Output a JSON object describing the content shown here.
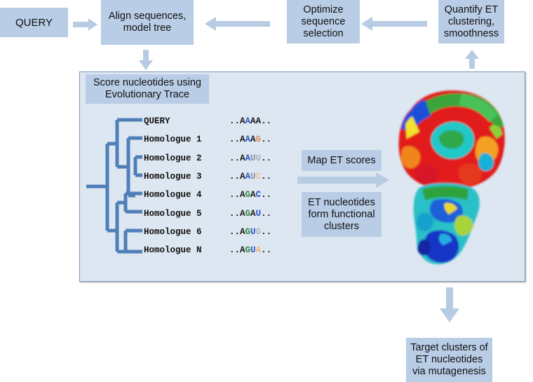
{
  "boxes": {
    "query": "QUERY",
    "align": "Align sequences,\nmodel tree",
    "optimize": "Optimize\nsequence\nselection",
    "quantify": "Quantify ET\nclustering,\nsmoothness",
    "score": "Score nucleotides using\nEvolutionary Trace",
    "map": "Map ET scores",
    "clusters": "ET nucleotides\nform functional\nclusters",
    "target": "Target clusters of\nET nucleotides\nvia mutagenesis"
  },
  "sequences": [
    {
      "name": "QUERY",
      "dots_before": "..",
      "nts": [
        {
          "c": "A",
          "color": "#1a1a1a"
        },
        {
          "c": "A",
          "color": "#2a56c6"
        },
        {
          "c": "A",
          "color": "#1a1a1a"
        },
        {
          "c": "A",
          "color": "#1a1a1a"
        }
      ],
      "dots_after": ".."
    },
    {
      "name": "Homologue 1",
      "dots_before": "..",
      "nts": [
        {
          "c": "A",
          "color": "#1a1a1a"
        },
        {
          "c": "A",
          "color": "#2a56c6"
        },
        {
          "c": "A",
          "color": "#1a1a1a"
        },
        {
          "c": "G",
          "color": "#d98b5b"
        }
      ],
      "dots_after": ".."
    },
    {
      "name": "Homologue 2",
      "dots_before": "..",
      "nts": [
        {
          "c": "A",
          "color": "#1a1a1a"
        },
        {
          "c": "A",
          "color": "#2a56c6"
        },
        {
          "c": "U",
          "color": "#8a8aa6"
        },
        {
          "c": "U",
          "color": "#a9a9c2"
        }
      ],
      "dots_after": ".."
    },
    {
      "name": "Homologue 3",
      "dots_before": "..",
      "nts": [
        {
          "c": "A",
          "color": "#1a1a1a"
        },
        {
          "c": "A",
          "color": "#2a56c6"
        },
        {
          "c": "U",
          "color": "#8a8aa6"
        },
        {
          "c": "C",
          "color": "#e6c8a2"
        }
      ],
      "dots_after": ".."
    },
    {
      "name": "Homologue 4",
      "dots_before": "..",
      "nts": [
        {
          "c": "A",
          "color": "#1a1a1a"
        },
        {
          "c": "G",
          "color": "#2e8a3c"
        },
        {
          "c": "A",
          "color": "#1a1a1a"
        },
        {
          "c": "C",
          "color": "#2a56c6"
        }
      ],
      "dots_after": ".."
    },
    {
      "name": "Homologue 5",
      "dots_before": "..",
      "nts": [
        {
          "c": "A",
          "color": "#1a1a1a"
        },
        {
          "c": "G",
          "color": "#2e8a3c"
        },
        {
          "c": "A",
          "color": "#1a1a1a"
        },
        {
          "c": "U",
          "color": "#2a56c6"
        }
      ],
      "dots_after": ".."
    },
    {
      "name": "Homologue 6",
      "dots_before": "..",
      "nts": [
        {
          "c": "A",
          "color": "#1a1a1a"
        },
        {
          "c": "G",
          "color": "#2e8a3c"
        },
        {
          "c": "U",
          "color": "#2a56c6"
        },
        {
          "c": "G",
          "color": "#b7b7b7"
        }
      ],
      "dots_after": ".."
    },
    {
      "name": "Homologue N",
      "dots_before": "..",
      "nts": [
        {
          "c": "A",
          "color": "#1a1a1a"
        },
        {
          "c": "G",
          "color": "#2e8a3c"
        },
        {
          "c": "U",
          "color": "#2a56c6"
        },
        {
          "c": "A",
          "color": "#f0b27a"
        }
      ],
      "dots_after": ".."
    }
  ],
  "colors": {
    "box_fill": "#b9cde6",
    "panel_fill": "#dde7f1",
    "arrow": "#b7cbe3",
    "tree": "#4f7fb8"
  }
}
